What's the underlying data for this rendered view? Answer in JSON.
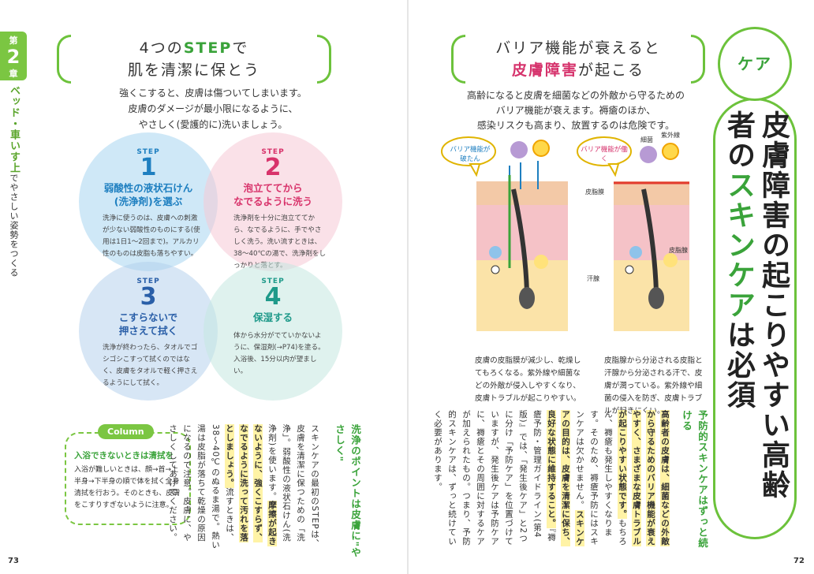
{
  "left": {
    "chapter": {
      "top": "第",
      "num": "2",
      "bottom": "章"
    },
    "side_title": {
      "lead": "ベッド・車いす上",
      "rest": "でやさしい姿勢をつくる"
    },
    "heading": {
      "l1_pre": "4つの",
      "l1_em": "STEP",
      "l1_post": "で",
      "l2": "肌を清潔に保とう"
    },
    "intro": [
      "強くこすると、皮膚は傷ついてしまいます。",
      "皮膚のダメージが最小限になるように、",
      "やさしく(愛護的に)洗いましょう。"
    ],
    "steps": [
      {
        "label": "STEP",
        "num": "1",
        "title1": "弱酸性の液状石けん",
        "title2": "(洗浄剤)を選ぶ",
        "text": "洗浄に使うのは、皮膚への刺激が少ない弱酸性のものにする(使用は1日1〜2回まで)。アルカリ性のものは皮脂も落ちやすい。"
      },
      {
        "label": "STEP",
        "num": "2",
        "title1": "泡立ててから",
        "title2": "なでるように洗う",
        "text": "洗浄剤を十分に泡立ててから、なでるように、手でやさしく洗う。洗い流すときは、38〜40℃の湯で、洗浄剤をしっかりと落とす。"
      },
      {
        "label": "STEP",
        "num": "3",
        "title1": "こすらないで",
        "title2": "押さえて拭く",
        "text": "洗浄が終わったら、タオルでゴシゴシこすって拭くのではなく、皮膚をタオルで軽く押さえるようにして拭く。"
      },
      {
        "label": "STEP",
        "num": "4",
        "title1": "保湿する",
        "title2": "",
        "text": "体から水分がでていかないように、保湿剤(→P74)を塗る。入浴後、15分以内が望ましい。"
      }
    ],
    "column": {
      "tag": "Column",
      "title": "入浴できないときは清拭を",
      "body": "入浴が難しいときは、顔→首→上半身→下半身の順で体を拭く全身清拭を行おう。そのときも、皮膚をこすりすぎないように注意。"
    },
    "point_head": "洗浄のポイントは皮膚に\"やさしく\"",
    "body_a": "スキンケアの最初のSTEPは、皮膚を清潔に保つための「洗浄」。弱酸性の液状石けん(洗浄剤)を使います。",
    "body_hl": "摩擦が起きないように、強くこすらず、なでるように洗って汚れを落としましょう。",
    "body_b": "流すときは、38〜40℃のぬるま湯で。熱い湯は皮脂が落ちて乾燥の原因になるので注意。皮膚に、やさしくしてあげてください。",
    "page": "73"
  },
  "right": {
    "heading": {
      "l1": "バリア機能が衰えると",
      "l2_em": "皮膚障害",
      "l2_post": "が起こる"
    },
    "intro": [
      "高齢になると皮膚を細菌などの外敵から守るための",
      "バリア機能が衰えます。褥瘡のほか、",
      "感染リスクも高まり、放置するのは危険です。"
    ],
    "illus_left": {
      "bubble": "バリア機能が破たん"
    },
    "illus_right": {
      "bubble": "バリア機能が働く",
      "lbl_bacteria": "細菌",
      "lbl_uv": "紫外線",
      "lbl_sebum_film": "皮脂膜",
      "lbl_sebaceous": "皮脂腺",
      "lbl_sweat": "汗腺"
    },
    "caption_left": "皮膚の皮脂膜が減少し、乾燥してもろくなる。紫外線や細菌などの外敵が侵入しやすくなり、皮膚トラブルが起こりやすい。",
    "caption_right": "皮脂腺から分泌される皮脂と汗腺から分泌される汗で、皮膚が潤っている。紫外線や細菌の侵入を防ぎ、皮膚トラブルが起きにくい。",
    "care_label": "ケア",
    "title_a": "皮膚障害の起こりやすい",
    "title_b": "高齢者の",
    "title_c": "スキンケア",
    "title_d": "は必須",
    "point_head": "予防的スキンケアはずっと続ける",
    "body_hl1": "高齢者の皮膚は、細菌などの外敵から守るためのバリア機能が衰えやすく、さまざまな皮膚トラブルが起こりやすい状態です。",
    "body_a": "もちろん、褥瘡も発生しやすくなります。そのため、褥瘡予防にはスキンケアは欠かせません。",
    "body_hl2": "スキンケアの目的は、皮膚を清潔に保ち、良好な状態に維持すること。",
    "body_b": "『褥瘡予防・管理ガイドライン(第4版)』では、「発生後ケア」と2つに分け「予防ケア」を位置づけていますが、発生後ケアは予防ケアに、褥瘡とその周囲に対するケアが加えられたもの。つまり、予防的スキンケアは、ずっと続けていく必要があります。",
    "page": "72"
  },
  "colors": {
    "accent": "#6cc23b",
    "pink": "#d6336c",
    "blue": "#1e7fc0"
  }
}
